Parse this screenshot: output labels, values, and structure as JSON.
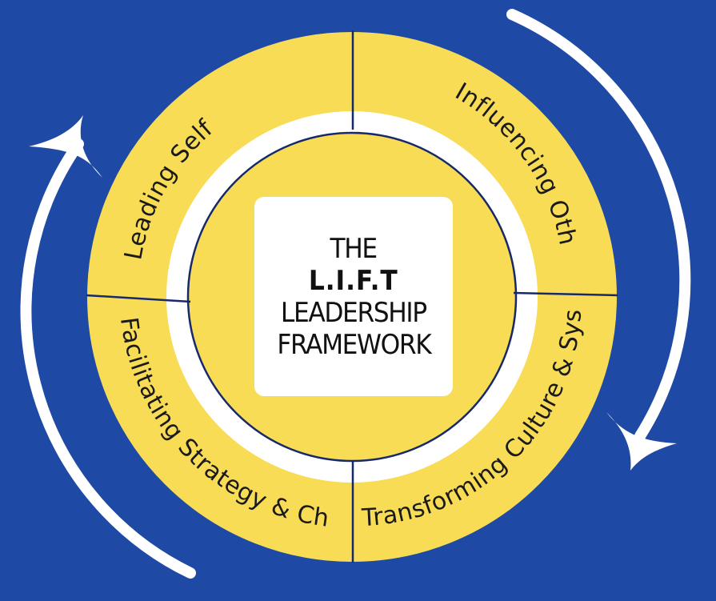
{
  "colors": {
    "background": "#1e4aa6",
    "ring": "#f8dc55",
    "divider": "#16296b",
    "inner_gap": "#ffffff",
    "arrow": "#ffffff"
  },
  "center": {
    "line1": "THE",
    "line2": "L.I.F.T",
    "line3": "LEADERSHIP",
    "line4": "FRAMEWORK"
  },
  "segments": {
    "top_left": "Leading Self",
    "top_right": "Influencing Others",
    "bottom_right": "Transforming Culture & Systems",
    "bottom_left": "Facilitating Strategy & Change"
  },
  "icons": {
    "left_arrow": "curved-arrow-up-icon",
    "right_arrow": "curved-arrow-down-icon"
  }
}
